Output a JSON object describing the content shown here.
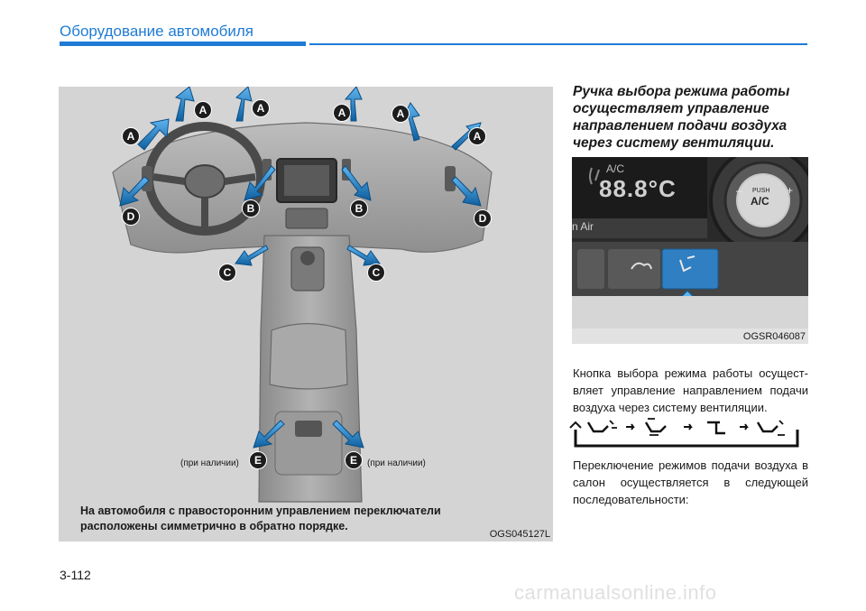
{
  "header": {
    "section_title": "Оборудование автомобиля"
  },
  "figure_left": {
    "note": "На автомобиля с правосторонним управлением переключатели расположены симметрично в обратно порядке.",
    "code": "OGS045127L",
    "optional_left": "(при наличии)",
    "optional_right": "(при наличии)",
    "callouts": [
      "A",
      "A",
      "A",
      "A",
      "A",
      "A",
      "B",
      "B",
      "C",
      "C",
      "D",
      "D",
      "E",
      "E"
    ]
  },
  "right": {
    "heading": "Ручка выбора режима работы осуществляет управление направлением подачи воздуха через систему вентиляции.",
    "photo_code": "OGSR046087",
    "photo_texts": {
      "ac": "A/C",
      "temp": "88.8°C",
      "air": "n Air",
      "push": "PUSH",
      "ac_knob": "A/C",
      "minus": "–",
      "plus": "+"
    },
    "para1": "Кнопка выбора режима работы осущест­вляет управление направлением подачи воздуха через систему вентиляции.",
    "para2": "Переключение режимов подачи воздуха в салон осуществляется в следующей последовательности:"
  },
  "footer": {
    "page_number": "3-112",
    "watermark": "carmanualsonline.info"
  },
  "icons": [
    "arrow-icon",
    "seat-airflow-face-icon",
    "seat-airflow-face-feet-icon",
    "seat-airflow-feet-icon",
    "seat-airflow-feet-defrost-icon"
  ],
  "colors": {
    "accent": "#1f7bd6",
    "airflow": "#1f86d0",
    "callout": "#1d1d1d"
  }
}
